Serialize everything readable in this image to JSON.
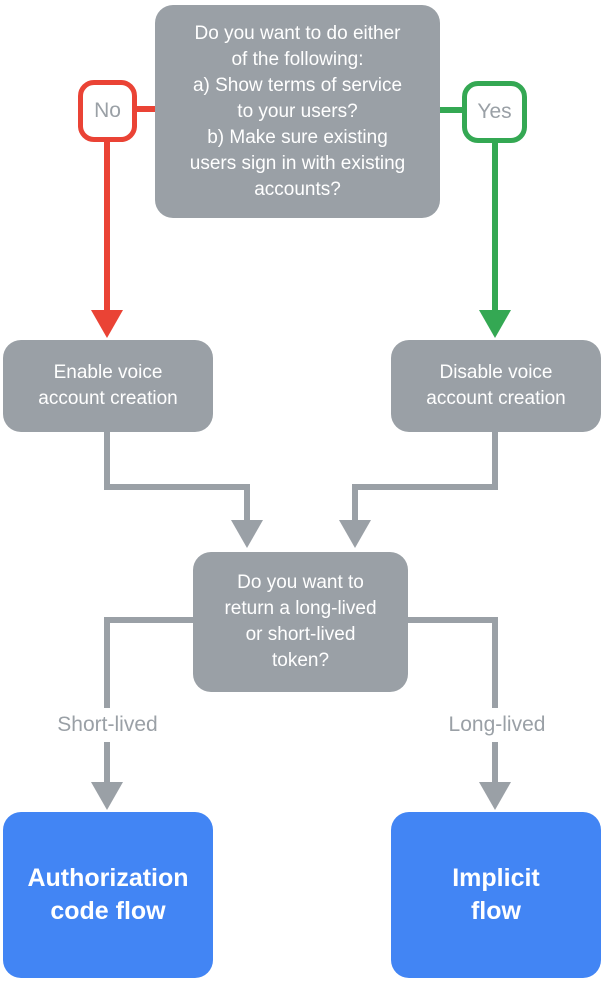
{
  "diagram": {
    "background": "#FFFFFF",
    "colors": {
      "node_gray": "#9AA0A6",
      "connector_gray": "#9AA0A6",
      "no_red": "#EA4335",
      "yes_green": "#34A853",
      "result_blue": "#4285F4",
      "node_text": "#FFFFFF",
      "branch_label_text": "#9AA0A6",
      "branch_label_bg": "#FFFFFF"
    },
    "nodes": {
      "question_start": {
        "text": "Do you want to do either\nof the following:\na) Show terms of service\nto your users?\nb) Make sure existing\nusers sign in with existing\naccounts?"
      },
      "decision_no": {
        "text": "No"
      },
      "decision_yes": {
        "text": "Yes"
      },
      "enable_voice": {
        "text": "Enable voice\naccount creation"
      },
      "disable_voice": {
        "text": "Disable voice\naccount creation"
      },
      "question_token": {
        "text": "Do you want to\nreturn a long-lived\nor short-lived\ntoken?"
      },
      "branch_short": {
        "text": "Short-lived"
      },
      "branch_long": {
        "text": "Long-lived"
      },
      "result_auth_code": {
        "text": "Authorization\ncode flow"
      },
      "result_implicit": {
        "text": "Implicit\nflow"
      }
    },
    "edges": [
      {
        "from": "question_start",
        "to": "enable_voice",
        "label": "No",
        "color": "#EA4335"
      },
      {
        "from": "question_start",
        "to": "disable_voice",
        "label": "Yes",
        "color": "#34A853"
      },
      {
        "from": "enable_voice",
        "to": "question_token",
        "label": "",
        "color": "#9AA0A6"
      },
      {
        "from": "disable_voice",
        "to": "question_token",
        "label": "",
        "color": "#9AA0A6"
      },
      {
        "from": "question_token",
        "to": "result_auth_code",
        "label": "Short-lived",
        "color": "#9AA0A6"
      },
      {
        "from": "question_token",
        "to": "result_implicit",
        "label": "Long-lived",
        "color": "#9AA0A6"
      }
    ]
  }
}
